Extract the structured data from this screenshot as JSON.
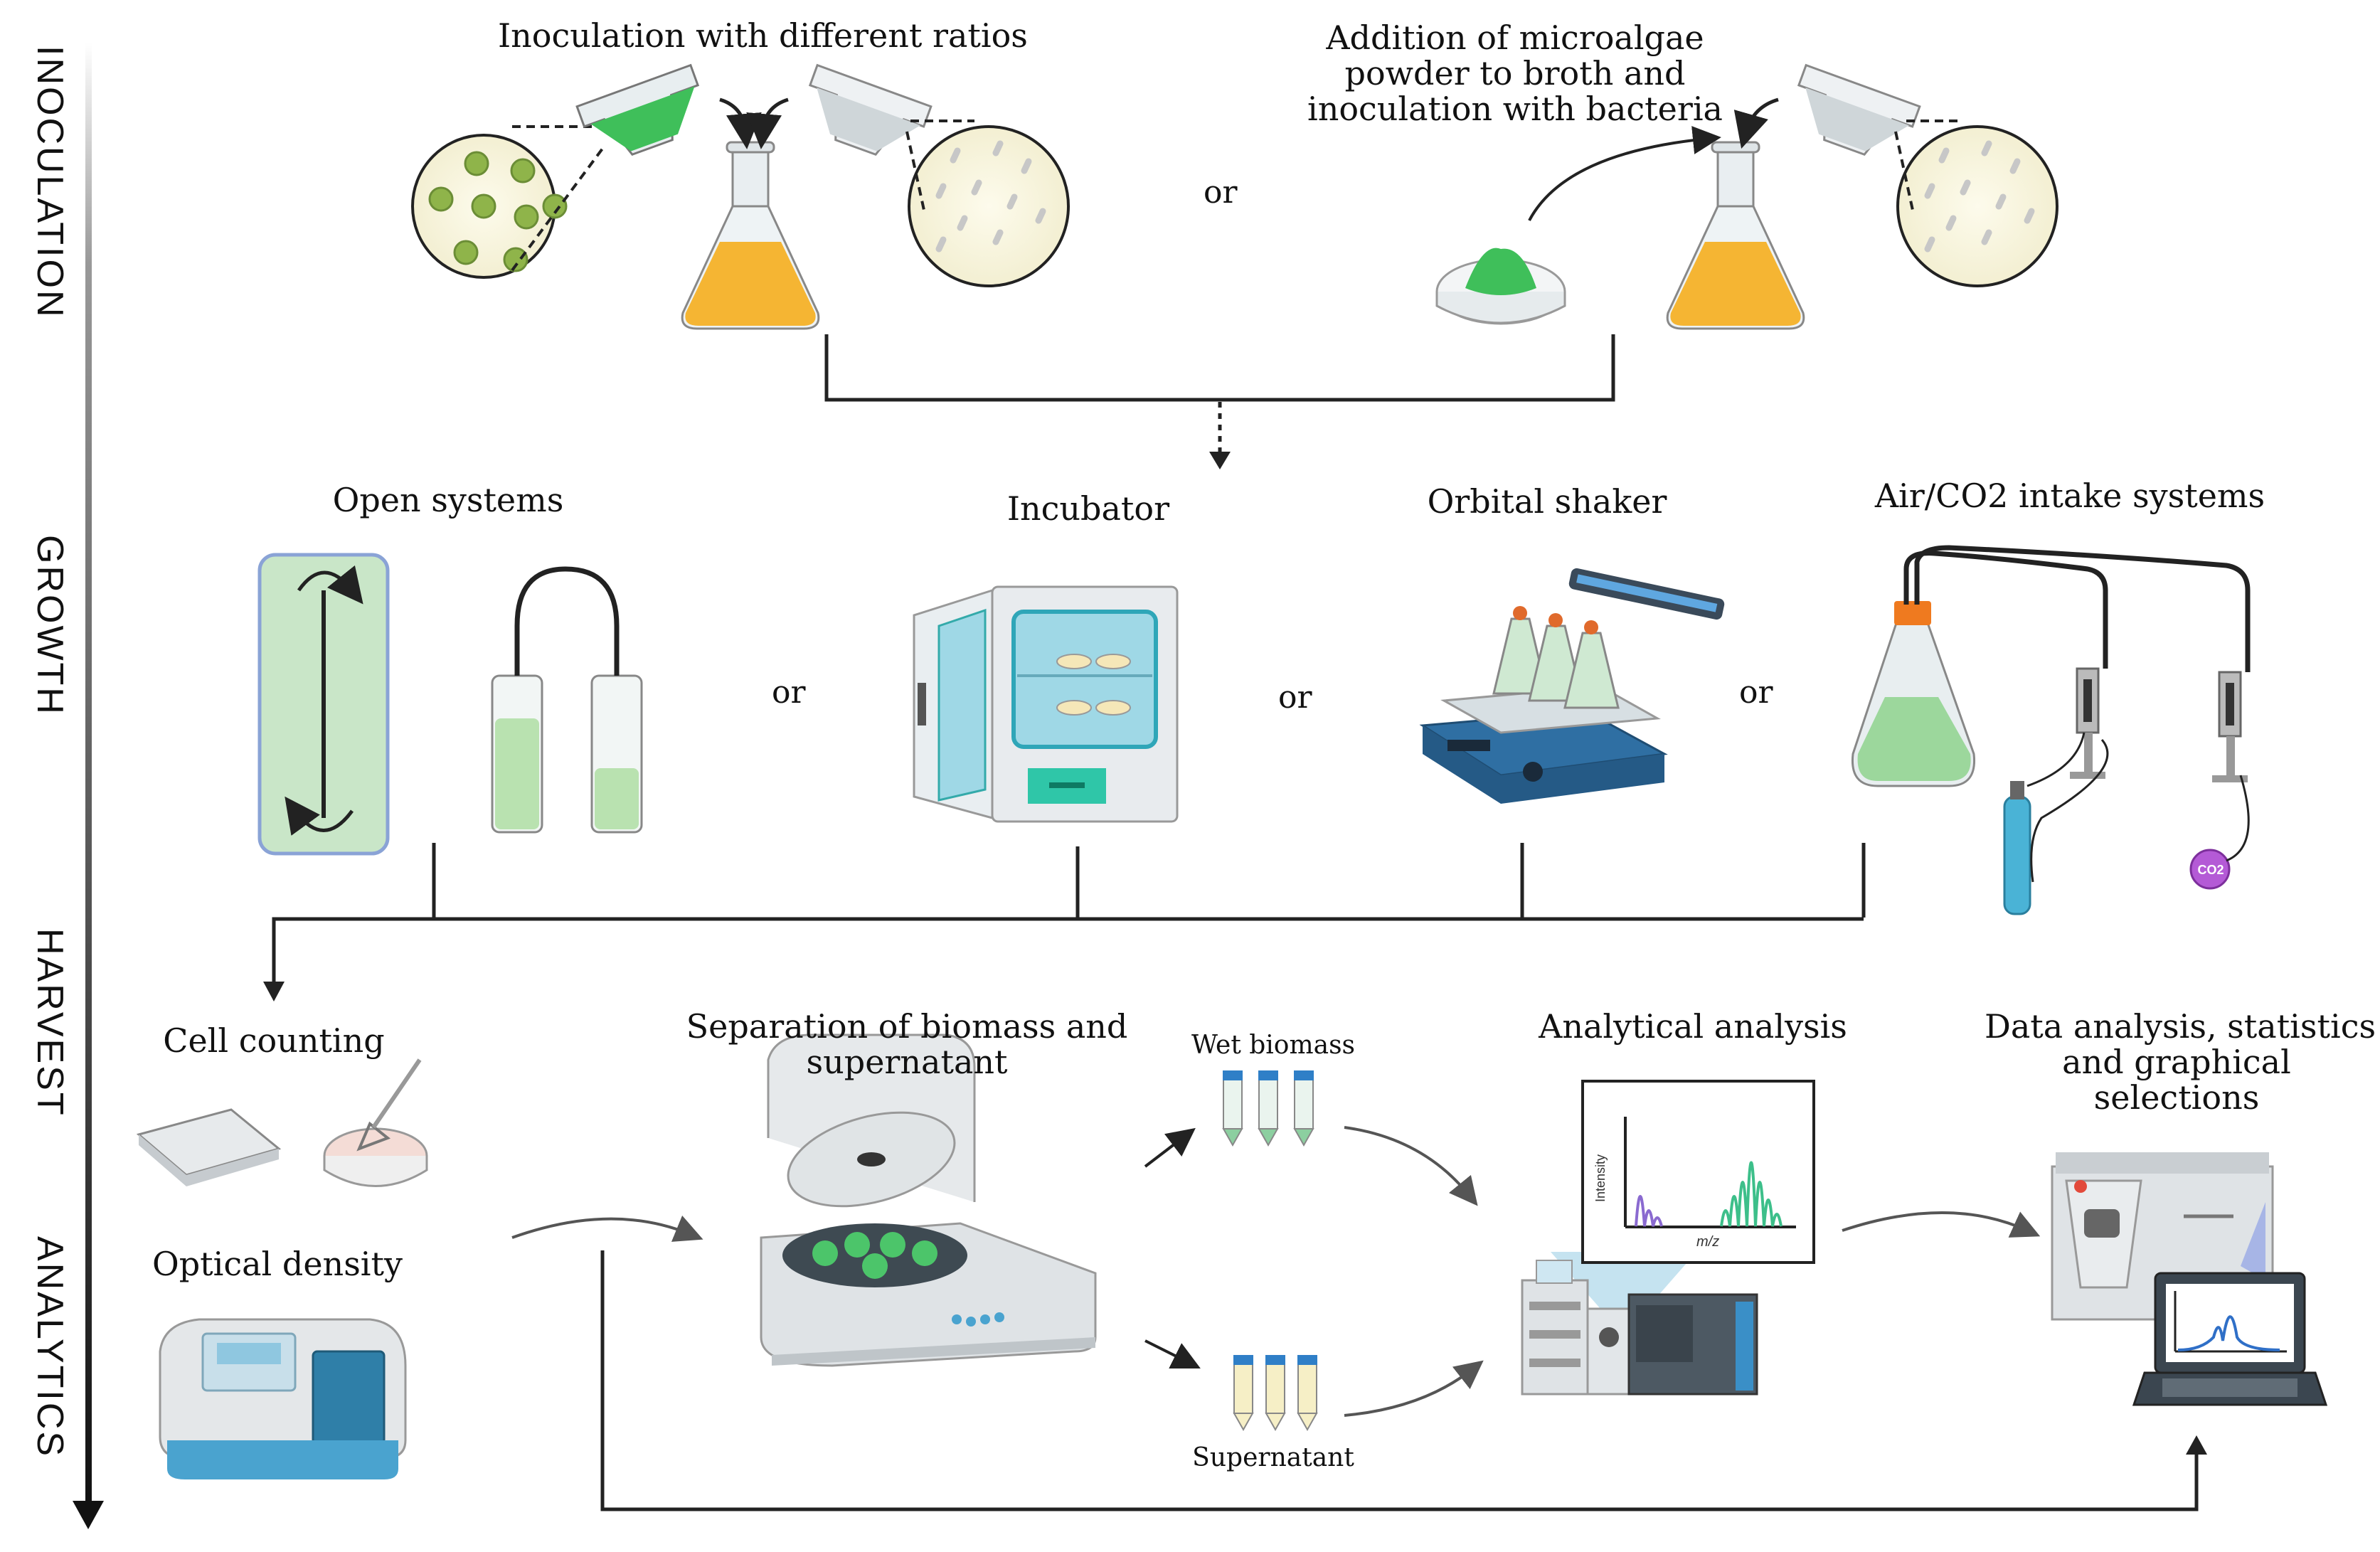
{
  "stages": [
    "INOCULATION",
    "GROWTH",
    "HARVEST",
    "ANALYTICS"
  ],
  "inoculation": {
    "option1": "Inoculation with different ratios",
    "or": "or",
    "option2_lines": [
      "Addition of  microalgae",
      "powder to broth and",
      "inoculation  with bacteria"
    ]
  },
  "growth": {
    "open_systems": "Open systems",
    "incubator": "Incubator",
    "orbital_shaker": "Orbital shaker",
    "air_co2": "Air/CO2 intake systems",
    "or": "or",
    "co2_badge": "CO2"
  },
  "harvest": {
    "cell_counting": "Cell counting",
    "optical_density": "Optical density",
    "separation_lines": [
      "Separation of biomass and",
      "supernatant"
    ],
    "wet_biomass": "Wet biomass",
    "supernatant": "Supernatant"
  },
  "analytics": {
    "analytical_analysis": "Analytical analysis",
    "data_lines": [
      "Data analysis, statistics",
      "and graphical",
      "selections"
    ],
    "spectrum_ylabel": "Intensity",
    "spectrum_xlabel": "m/z"
  },
  "colors": {
    "algae_green": "#3fbf5a",
    "broth_orange": "#f5b533",
    "pale_green": "#bfe3b4",
    "blue_accent": "#3a8fc7",
    "gas_tank": "#4ab3d6",
    "co2_purple": "#b45ad6"
  }
}
